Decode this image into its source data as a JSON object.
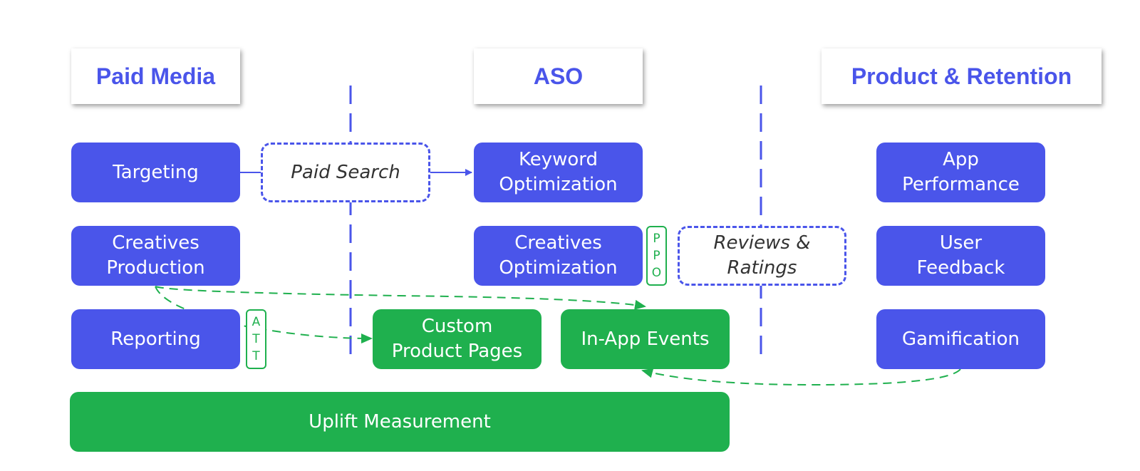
{
  "headers": {
    "paid_media": "Paid Media",
    "aso": "ASO",
    "product_retention": "Product & Retention"
  },
  "paid_media": {
    "targeting": "Targeting",
    "creatives_production": "Creatives\nProduction",
    "reporting": "Reporting"
  },
  "aso": {
    "keyword_optimization": "Keyword\nOptimization",
    "creatives_optimization": "Creatives\nOptimization"
  },
  "product": {
    "app_performance": "App\nPerformance",
    "user_feedback": "User\nFeedback",
    "gamification": "Gamification"
  },
  "bridges": {
    "paid_search": "Paid Search",
    "reviews_ratings": "Reviews &\nRatings"
  },
  "tags": {
    "att": [
      "A",
      "T",
      "T"
    ],
    "ppo": [
      "P",
      "P",
      "O"
    ]
  },
  "green": {
    "custom_product_pages": "Custom\nProduct Pages",
    "in_app_events": "In-App Events",
    "uplift_measurement": "Uplift Measurement"
  },
  "colors": {
    "blue": "#4a55ea",
    "green": "#1fb04e"
  }
}
